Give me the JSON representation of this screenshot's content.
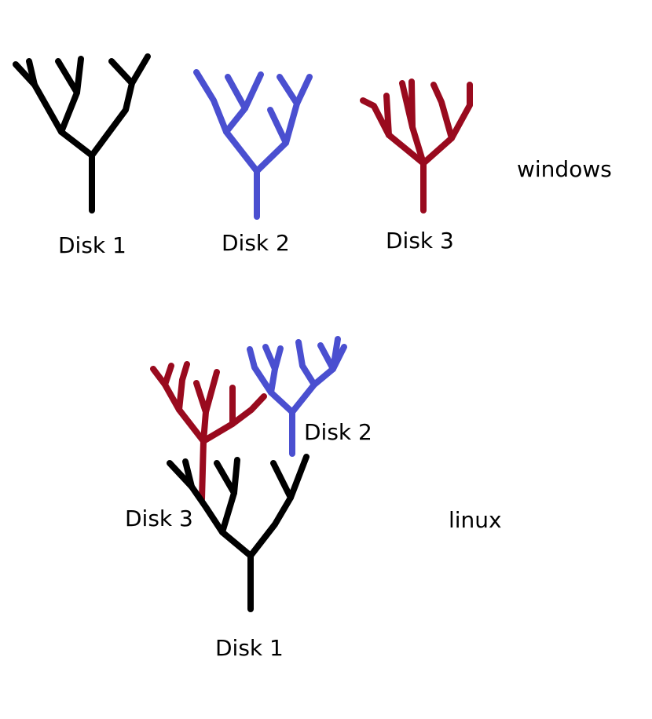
{
  "colors": {
    "disk1": "#000000",
    "disk2": "#4a4fd0",
    "disk3": "#990a1e",
    "background": "#ffffff"
  },
  "windows": {
    "label": "windows",
    "disk1": "Disk 1",
    "disk2": "Disk 2",
    "disk3": "Disk 3"
  },
  "linux": {
    "label": "linux",
    "disk1": "Disk 1",
    "disk2": "Disk 2",
    "disk3": "Disk 3"
  }
}
